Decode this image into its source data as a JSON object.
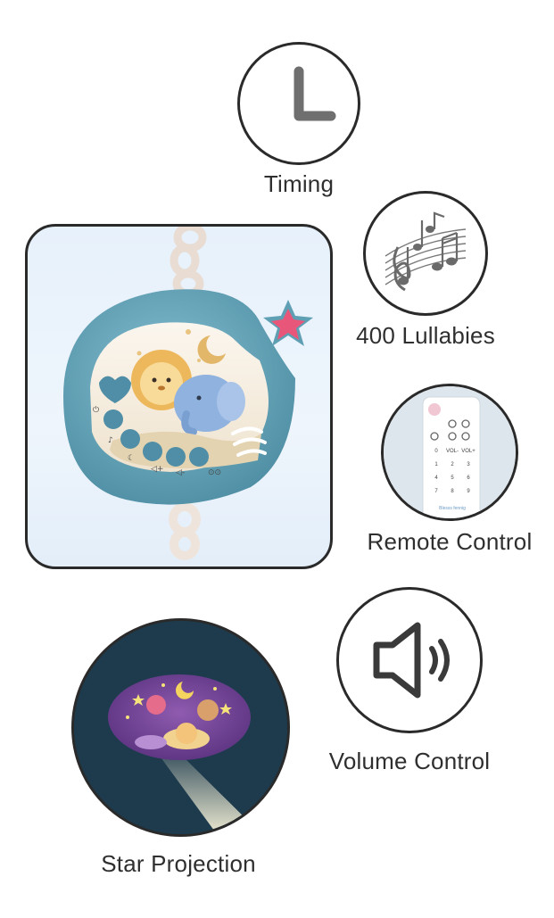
{
  "features": {
    "timing": {
      "label": "Timing",
      "icon": "clock-icon"
    },
    "lullabies": {
      "label": "400 Lullabies",
      "icon": "music-notes-icon"
    },
    "remote": {
      "label": "Remote Control",
      "icon": "remote-control-icon",
      "keys": [
        "0",
        "VOL-",
        "VOL+",
        "1",
        "2",
        "3",
        "4",
        "5",
        "6",
        "7",
        "8",
        "9"
      ],
      "brand": "Blesss fennig"
    },
    "volume": {
      "label": "Volume Control",
      "icon": "speaker-icon"
    },
    "projection": {
      "label": "Star Projection",
      "icon": "projector-scene-icon"
    }
  },
  "product": {
    "image": "baby-mobile-music-box"
  },
  "colors": {
    "outline": "#2a2a2a",
    "text": "#2f2f2f",
    "toy_teal": "#5e9fb4",
    "toy_button": "#4f8ea6",
    "star_pink": "#e8567a",
    "night_bg": "#1d3b4d",
    "projection_purple": "#6b3f8e"
  }
}
